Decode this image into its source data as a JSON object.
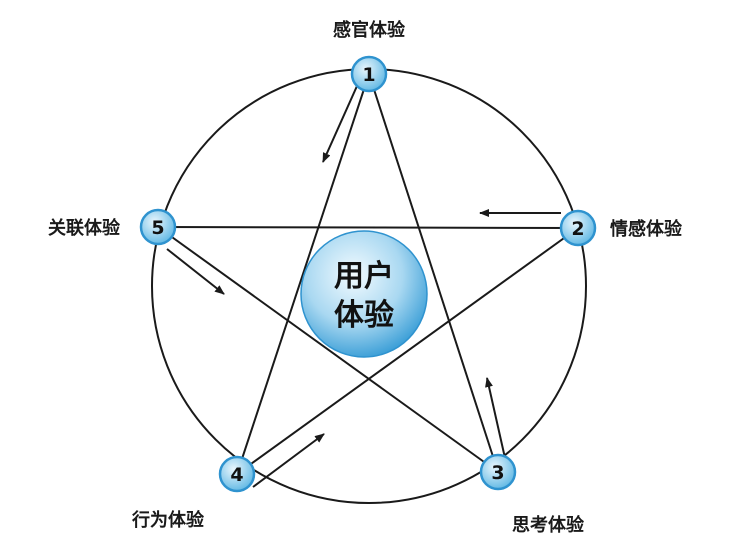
{
  "center": {
    "line1": "用户",
    "line2": "体验"
  },
  "nodes": [
    {
      "num": "1",
      "label": "感官体验"
    },
    {
      "num": "2",
      "label": "情感体验"
    },
    {
      "num": "3",
      "label": "思考体验"
    },
    {
      "num": "4",
      "label": "行为体验"
    },
    {
      "num": "5",
      "label": "关联体验"
    }
  ],
  "colors": {
    "stroke": "#1a1a1a",
    "node_fill_light": "#e9f6fd",
    "node_fill_dark": "#5cb6e3",
    "node_ring": "#2f93cf",
    "center_light": "#f3fbff",
    "center_dark": "#2f98d4"
  }
}
